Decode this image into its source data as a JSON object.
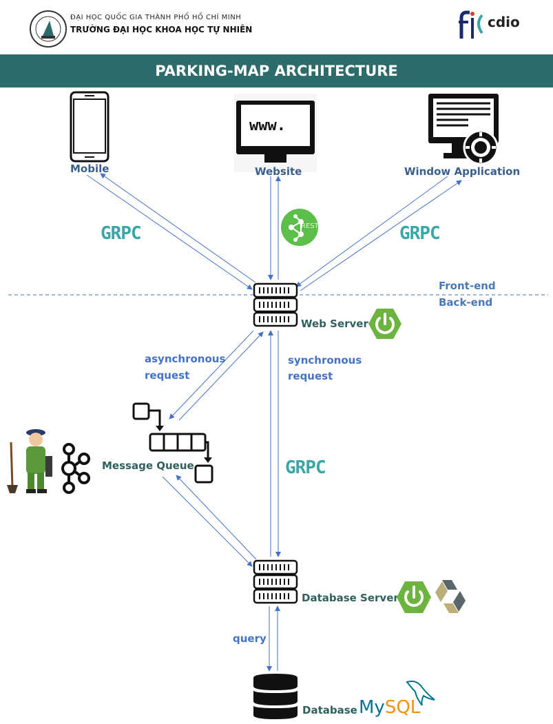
{
  "header": {
    "university_line1": "ĐẠI HỌC QUỐC GIA THÀNH PHỐ HỒ CHÍ MINH",
    "university_line2": "TRƯỜNG ĐẠI HỌC KHOA HỌC TỰ NHIÊN",
    "right_logo_text": "cdio",
    "title": "PARKING-MAP ARCHITECTURE"
  },
  "clients": {
    "mobile": "Mobile",
    "website": "Website",
    "window_app": "Window Application",
    "www_text": "www."
  },
  "protocols": {
    "grpc_left": "GRPC",
    "grpc_right": "GRPC",
    "grpc_backend": "GRPC",
    "rest": "REST"
  },
  "divider": {
    "frontend": "Front-end",
    "backend": "Back-end"
  },
  "nodes": {
    "web_server": "Web Server",
    "message_queue": "Message Queue",
    "database_server": "Database Server",
    "database": "Database"
  },
  "edges": {
    "async_line1": "asynchronous",
    "async_line2": "request",
    "sync_line1": "synchronous",
    "sync_line2": "request",
    "query": "query"
  },
  "logos": {
    "mysql_my": "My",
    "mysql_sql": "SQL"
  },
  "colors": {
    "header_bar": "#2e6b6b",
    "arrow": "#4472c4",
    "spring_green": "#6db33f",
    "grpc_teal": "#3aa6a6"
  }
}
